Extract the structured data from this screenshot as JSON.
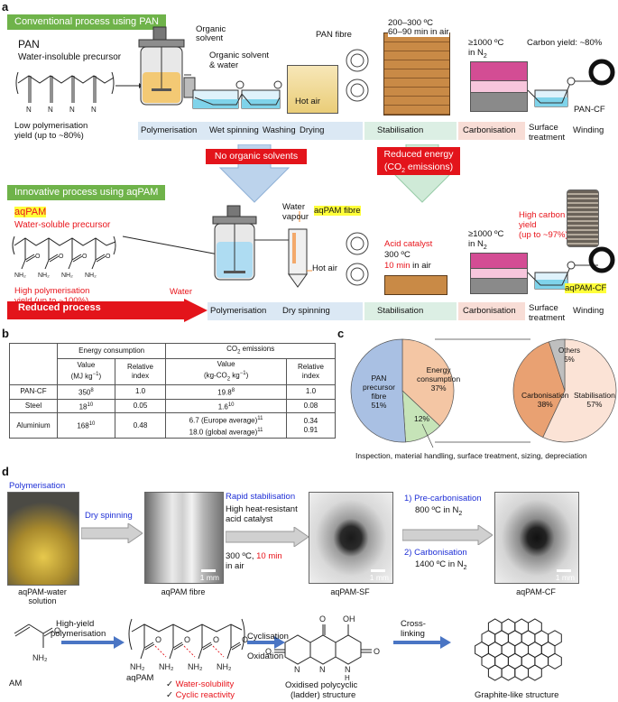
{
  "panel_a": {
    "letter": "a",
    "conventional": {
      "banner": "Conventional process using PAN",
      "pan_title": "PAN",
      "pan_sub": "Water-insoluble precursor",
      "low_yield_1": "Low polymerisation",
      "low_yield_2": "yield (up to ~80%)",
      "organic_solvent_1": "Organic",
      "organic_solvent_2": "solvent",
      "organic_water_1": "Organic solvent",
      "organic_water_2": "& water",
      "hot_air": "Hot air",
      "pan_fibre": "PAN fibre",
      "stab_temp": "200–300 ºC",
      "stab_time": "60–90 min in air",
      "carb_temp": "≥1000 ºC",
      "carb_gas": "in N",
      "carb_gas_sub": "2",
      "carbon_yield": "Carbon yield:  ~80%",
      "product": "PAN-CF",
      "steps": {
        "polymerisation": "Polymerisation",
        "spinning": "Wet spinning",
        "washing": "Washing",
        "drying": "Drying",
        "stabilisation": "Stabilisation",
        "carbonisation": "Carbonisation",
        "surface1": "Surface",
        "surface2": "treatment",
        "winding": "Winding"
      }
    },
    "callouts": {
      "no_solvents": "No organic solvents",
      "reduced_energy_1": "Reduced energy",
      "reduced_energy_2": "(CO",
      "reduced_energy_sub": "2",
      "reduced_energy_3": " emissions)",
      "reduced_process": "Reduced process"
    },
    "innovative": {
      "banner": "Innovative process using aqPAM",
      "aqpam_title": "aqPAM",
      "aqpam_sub": "Water-soluble precursor",
      "high_yield_1": "High polymerisation",
      "high_yield_2": "yield (up to ~100%)",
      "water": "Water",
      "water_vapour_1": "Water",
      "water_vapour_2": "vapour",
      "hot_air": "Hot air",
      "aqpam_fibre": "aqPAM fibre",
      "acid_catalyst": "Acid catalyst",
      "stab_temp": "300 ºC",
      "stab_time_red": "10 min",
      "stab_time_rest": " in air",
      "carb_temp": "≥1000 ºC",
      "carb_gas": "in N",
      "carb_gas_sub": "2",
      "high_carbon_1": "High carbon",
      "high_carbon_2": "yield",
      "high_carbon_3": "(up to ~97%)",
      "product": "aqPAM-CF",
      "steps": {
        "polymerisation": "Polymerisation",
        "spinning": "Dry spinning",
        "stabilisation": "Stabilisation",
        "carbonisation": "Carbonisation",
        "surface1": "Surface",
        "surface2": "treatment",
        "winding": "Winding"
      },
      "nh2": "NH",
      "nh2_sub": "2",
      "o": "O"
    }
  },
  "panel_b": {
    "letter": "b",
    "header_energy": "Energy consumption",
    "header_co2": "CO",
    "header_co2_sub": "2",
    "header_co2_rest": " emissions",
    "sub_value_mj_1": "Value",
    "sub_value_mj_2": "(MJ kg",
    "sub_value_mj_sup": "−1",
    "sub_value_mj_3": ")",
    "sub_rel_1": "Relative",
    "sub_rel_2": "index",
    "sub_value_co2_1": "Value",
    "sub_value_co2_2": "(kg-CO",
    "sub_value_co2_sub": "2",
    "sub_value_co2_3": " kg",
    "sub_value_co2_sup": "−1",
    "sub_value_co2_4": ")",
    "rows": [
      {
        "name": "PAN-CF",
        "energy": "350",
        "energy_ref": "8",
        "energy_rel": "1.0",
        "co2": "19.8",
        "co2_ref": "8",
        "co2_rel": "1.0"
      },
      {
        "name": "Steel",
        "energy": "18",
        "energy_ref": "10",
        "energy_rel": "0.05",
        "co2": "1.6",
        "co2_ref": "10",
        "co2_rel": "0.08"
      },
      {
        "name": "Aluminium",
        "energy": "168",
        "energy_ref": "10",
        "energy_rel": "0.48",
        "co2": "6.7 (Europe average)",
        "co2_ref": "11",
        "co2b": "18.0 (global average)",
        "co2b_ref": "11",
        "co2_rel": "0.34",
        "co2b_rel": "0.91"
      }
    ]
  },
  "panel_c": {
    "letter": "c",
    "pie1_labels": {
      "pan_1": "PAN",
      "pan_2": "precursor",
      "pan_3": "fibre",
      "pan_4": "51%",
      "energy_1": "Energy",
      "energy_2": "consumption",
      "energy_3": "37%",
      "other": "12%"
    },
    "pie2_labels": {
      "others_1": "Others",
      "others_2": "5%",
      "carb_1": "Carbonisation",
      "carb_2": "38%",
      "stab_1": "Stabilisation",
      "stab_2": "57%"
    },
    "footnote": "Inspection, material handling, surface treatment, sizing, depreciation"
  },
  "chart_data": [
    {
      "type": "pie",
      "categories": [
        "PAN precursor fibre",
        "Energy consumption",
        "Inspection, material handling, surface treatment, sizing, depreciation"
      ],
      "values": [
        51,
        37,
        12
      ]
    },
    {
      "type": "pie",
      "categories": [
        "Stabilisation",
        "Carbonisation",
        "Others"
      ],
      "values": [
        57,
        38,
        5
      ]
    }
  ],
  "panel_d": {
    "letter": "d",
    "polymerisation_label": "Polymerisation",
    "dry_spinning": "Dry spinning",
    "rapid_stab": "Rapid stabilisation",
    "rs_line1": "High heat-resistant",
    "rs_line2": "acid catalyst",
    "rs_temp": "300 ºC, ",
    "rs_time": "10 min",
    "rs_air": "in air",
    "pre_carb": "1) Pre-carbonisation",
    "pre_carb_cond": "800 ºC in N",
    "carb": "2) Carbonisation",
    "carb_cond": "1400 ºC in N",
    "sub2": "2",
    "scale": "1 mm",
    "cap_solution_1": "aqPAM-water",
    "cap_solution_2": "solution",
    "cap_fibre": "aqPAM fibre",
    "cap_sf": "aqPAM-SF",
    "cap_cf": "aqPAM-CF",
    "am": "AM",
    "high_yield_1": "High-yield",
    "high_yield_2": "polymerisation",
    "aqpam": "aqPAM",
    "water_sol": "Water-solubility",
    "cyclic": "Cyclic reactivity",
    "check": "✓",
    "cyclisation": "Cyclisation",
    "oxidation": "Oxidation",
    "oxidised_1": "Oxidised polycyclic",
    "oxidised_2": "(ladder) structure",
    "crosslink_1": "Cross-",
    "crosslink_2": "linking",
    "graphite": "Graphite-like structure",
    "n": "N",
    "o": "O",
    "oh": "OH",
    "h": "H"
  },
  "colors": {
    "green": "#6fb34a",
    "blue_bar": "#dbe8f4",
    "green_bar": "#dcefe4",
    "pink_bar": "#f8ddd6",
    "red": "#e3141b",
    "pie_blue": "#a9c0e3",
    "pie_orange": "#f4c6a4",
    "pie_green": "#c6e4b8",
    "pie_carb": "#e9a172",
    "pie_stab": "#fbe3d6"
  }
}
